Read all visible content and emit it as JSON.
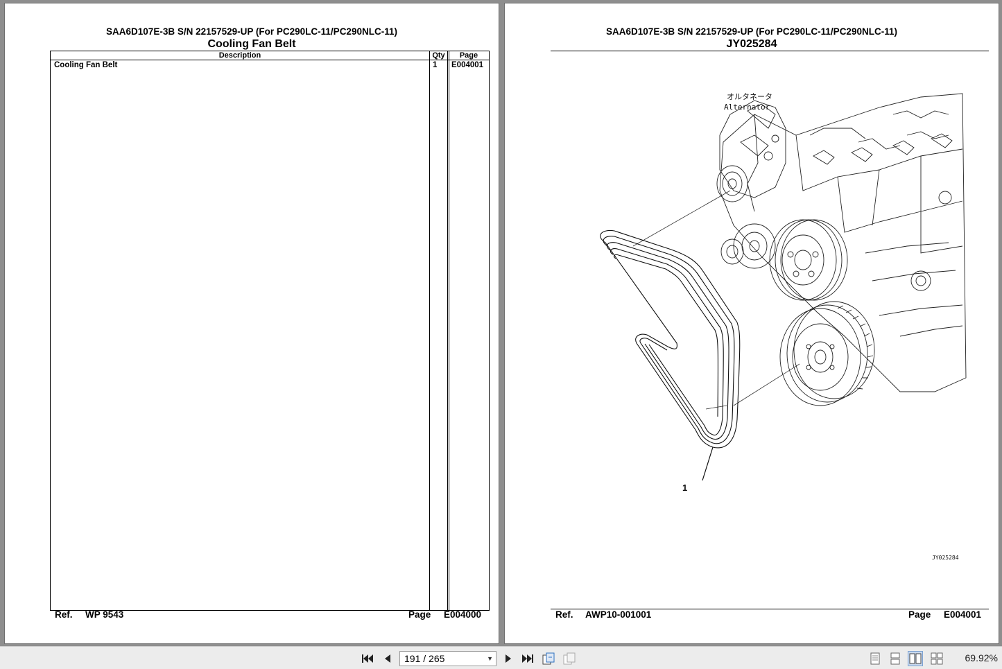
{
  "left_page": {
    "subtitle": "SAA6D107E-3B S/N 22157529-UP (For PC290LC-11/PC290NLC-11)",
    "title": "Cooling Fan Belt",
    "table": {
      "headers": {
        "description": "Description",
        "qty": "Qty",
        "page": "Page"
      },
      "rows": [
        {
          "description": "Cooling Fan Belt",
          "qty": "1",
          "page": "E004001"
        }
      ]
    },
    "footer": {
      "ref_label": "Ref.",
      "ref_value": "WP 9543",
      "page_label": "Page",
      "page_value": "E004000"
    }
  },
  "right_page": {
    "subtitle": "SAA6D107E-3B S/N 22157529-UP (For PC290LC-11/PC290NLC-11)",
    "title": "JY025284",
    "diagram": {
      "label_jp": "オルタネータ",
      "label_en": "Alternator",
      "callout": "1",
      "figure_code": "JY025284"
    },
    "footer": {
      "ref_label": "Ref.",
      "ref_value": "AWP10-001001",
      "page_label": "Page",
      "page_value": "E004001"
    }
  },
  "toolbar": {
    "page_indicator": "191 / 265",
    "zoom": "69.92%",
    "icons": [
      "first-page-icon",
      "prev-page-icon",
      "next-page-icon",
      "last-page-icon",
      "fit-page-icon",
      "fit-width-icon",
      "single-page-view-icon",
      "continuous-view-icon",
      "two-page-view-icon",
      "two-page-continuous-icon"
    ]
  }
}
